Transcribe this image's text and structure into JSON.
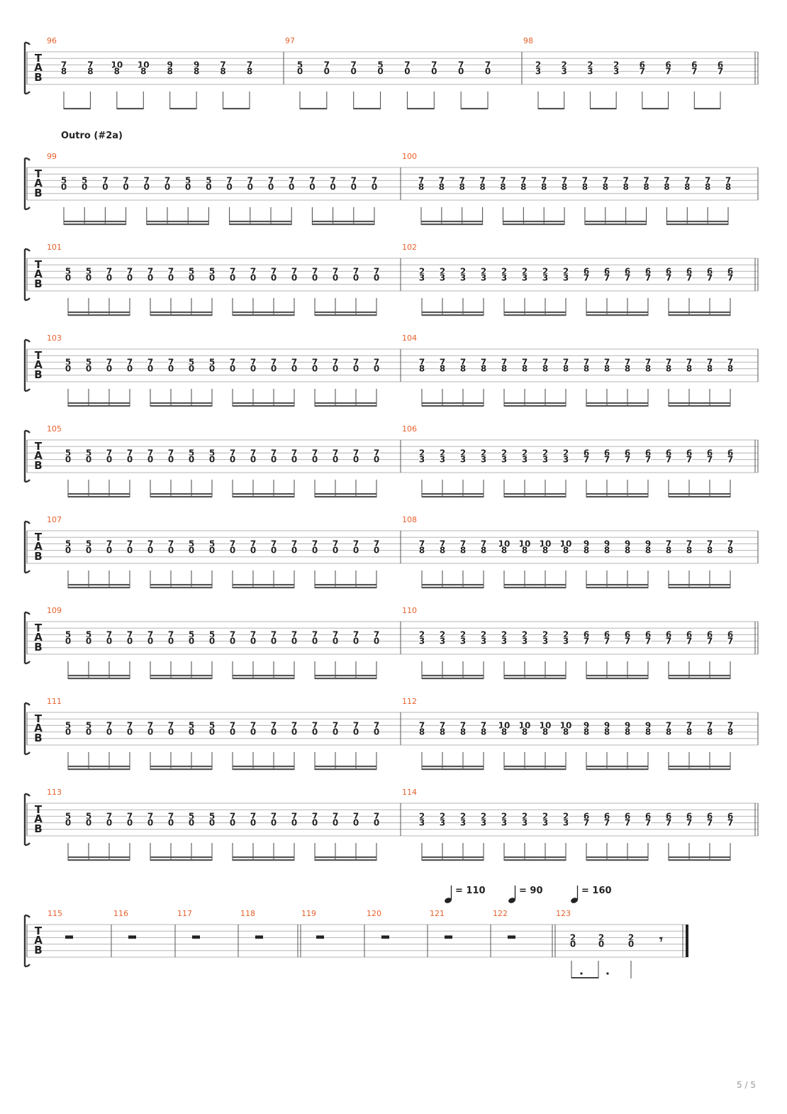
{
  "page_number": "5 / 5",
  "tab_clef": [
    "T",
    "A",
    "B"
  ],
  "section_label": "Outro (#2a)",
  "tempo_marks": [
    "= 110",
    "= 90",
    "= 160"
  ],
  "groups": {
    "A": [
      [
        5,
        0
      ],
      [
        5,
        0
      ],
      [
        7,
        0
      ],
      [
        7,
        0
      ],
      [
        7,
        0
      ],
      [
        7,
        0
      ],
      [
        5,
        0
      ],
      [
        5,
        0
      ],
      [
        7,
        0
      ],
      [
        7,
        0
      ],
      [
        7,
        0
      ],
      [
        7,
        0
      ],
      [
        7,
        0
      ],
      [
        7,
        0
      ],
      [
        7,
        0
      ],
      [
        7,
        0
      ]
    ],
    "B": [
      [
        7,
        8
      ],
      [
        7,
        8
      ],
      [
        7,
        8
      ],
      [
        7,
        8
      ],
      [
        7,
        8
      ],
      [
        7,
        8
      ],
      [
        7,
        8
      ],
      [
        7,
        8
      ],
      [
        7,
        8
      ],
      [
        7,
        8
      ],
      [
        7,
        8
      ],
      [
        7,
        8
      ],
      [
        7,
        8
      ],
      [
        7,
        8
      ],
      [
        7,
        8
      ],
      [
        7,
        8
      ]
    ],
    "C": [
      [
        2,
        3
      ],
      [
        2,
        3
      ],
      [
        2,
        3
      ],
      [
        2,
        3
      ],
      [
        2,
        3
      ],
      [
        2,
        3
      ],
      [
        2,
        3
      ],
      [
        2,
        3
      ],
      [
        6,
        7
      ],
      [
        6,
        7
      ],
      [
        6,
        7
      ],
      [
        6,
        7
      ],
      [
        6,
        7
      ],
      [
        6,
        7
      ],
      [
        6,
        7
      ],
      [
        6,
        7
      ]
    ],
    "D": [
      [
        7,
        8
      ],
      [
        7,
        8
      ],
      [
        7,
        8
      ],
      [
        7,
        8
      ],
      [
        10,
        8
      ],
      [
        10,
        8
      ],
      [
        10,
        8
      ],
      [
        10,
        8
      ],
      [
        9,
        8
      ],
      [
        9,
        8
      ],
      [
        9,
        8
      ],
      [
        9,
        8
      ],
      [
        7,
        8
      ],
      [
        7,
        8
      ],
      [
        7,
        8
      ],
      [
        7,
        8
      ]
    ]
  },
  "systems": [
    {
      "measures": [
        {
          "number": "96",
          "notes": [
            [
              7,
              8
            ],
            [
              7,
              8
            ],
            [
              10,
              8
            ],
            [
              10,
              8
            ],
            [
              9,
              8
            ],
            [
              9,
              8
            ],
            [
              7,
              8
            ],
            [
              7,
              8
            ]
          ]
        },
        {
          "number": "97",
          "notes": [
            [
              5,
              0
            ],
            [
              7,
              0
            ],
            [
              7,
              0
            ],
            [
              5,
              0
            ],
            [
              7,
              0
            ],
            [
              7,
              0
            ],
            [
              7,
              0
            ],
            [
              7,
              0
            ]
          ]
        },
        {
          "number": "98",
          "notes": [
            [
              2,
              3
            ],
            [
              2,
              3
            ],
            [
              2,
              3
            ],
            [
              2,
              3
            ],
            [
              6,
              7
            ],
            [
              6,
              7
            ],
            [
              6,
              7
            ],
            [
              6,
              7
            ]
          ]
        }
      ]
    },
    {
      "section": true,
      "measures": [
        {
          "number": "99",
          "group": "A"
        },
        {
          "number": "100",
          "group": "B"
        }
      ]
    },
    {
      "measures": [
        {
          "number": "101",
          "group": "A"
        },
        {
          "number": "102",
          "group": "C"
        }
      ]
    },
    {
      "measures": [
        {
          "number": "103",
          "group": "A"
        },
        {
          "number": "104",
          "group": "B"
        }
      ]
    },
    {
      "measures": [
        {
          "number": "105",
          "group": "A"
        },
        {
          "number": "106",
          "group": "C"
        }
      ]
    },
    {
      "measures": [
        {
          "number": "107",
          "group": "A"
        },
        {
          "number": "108",
          "group": "D"
        }
      ]
    },
    {
      "measures": [
        {
          "number": "109",
          "group": "A"
        },
        {
          "number": "110",
          "group": "C"
        }
      ]
    },
    {
      "measures": [
        {
          "number": "111",
          "group": "A"
        },
        {
          "number": "112",
          "group": "D"
        }
      ]
    },
    {
      "measures": [
        {
          "number": "113",
          "group": "A"
        },
        {
          "number": "114",
          "group": "C"
        }
      ]
    },
    {
      "final": true,
      "measures": [
        {
          "number": "115",
          "rest": true
        },
        {
          "number": "116",
          "rest": true
        },
        {
          "number": "117",
          "rest": true
        },
        {
          "number": "118",
          "rest": true
        },
        {
          "number": "119",
          "rest": true
        },
        {
          "number": "120",
          "rest": true
        },
        {
          "number": "121",
          "rest": true
        },
        {
          "number": "122",
          "rest": true
        },
        {
          "number": "123",
          "notes": [
            [
              2,
              0
            ],
            [
              2,
              0
            ],
            [
              2,
              0
            ]
          ]
        }
      ]
    }
  ]
}
